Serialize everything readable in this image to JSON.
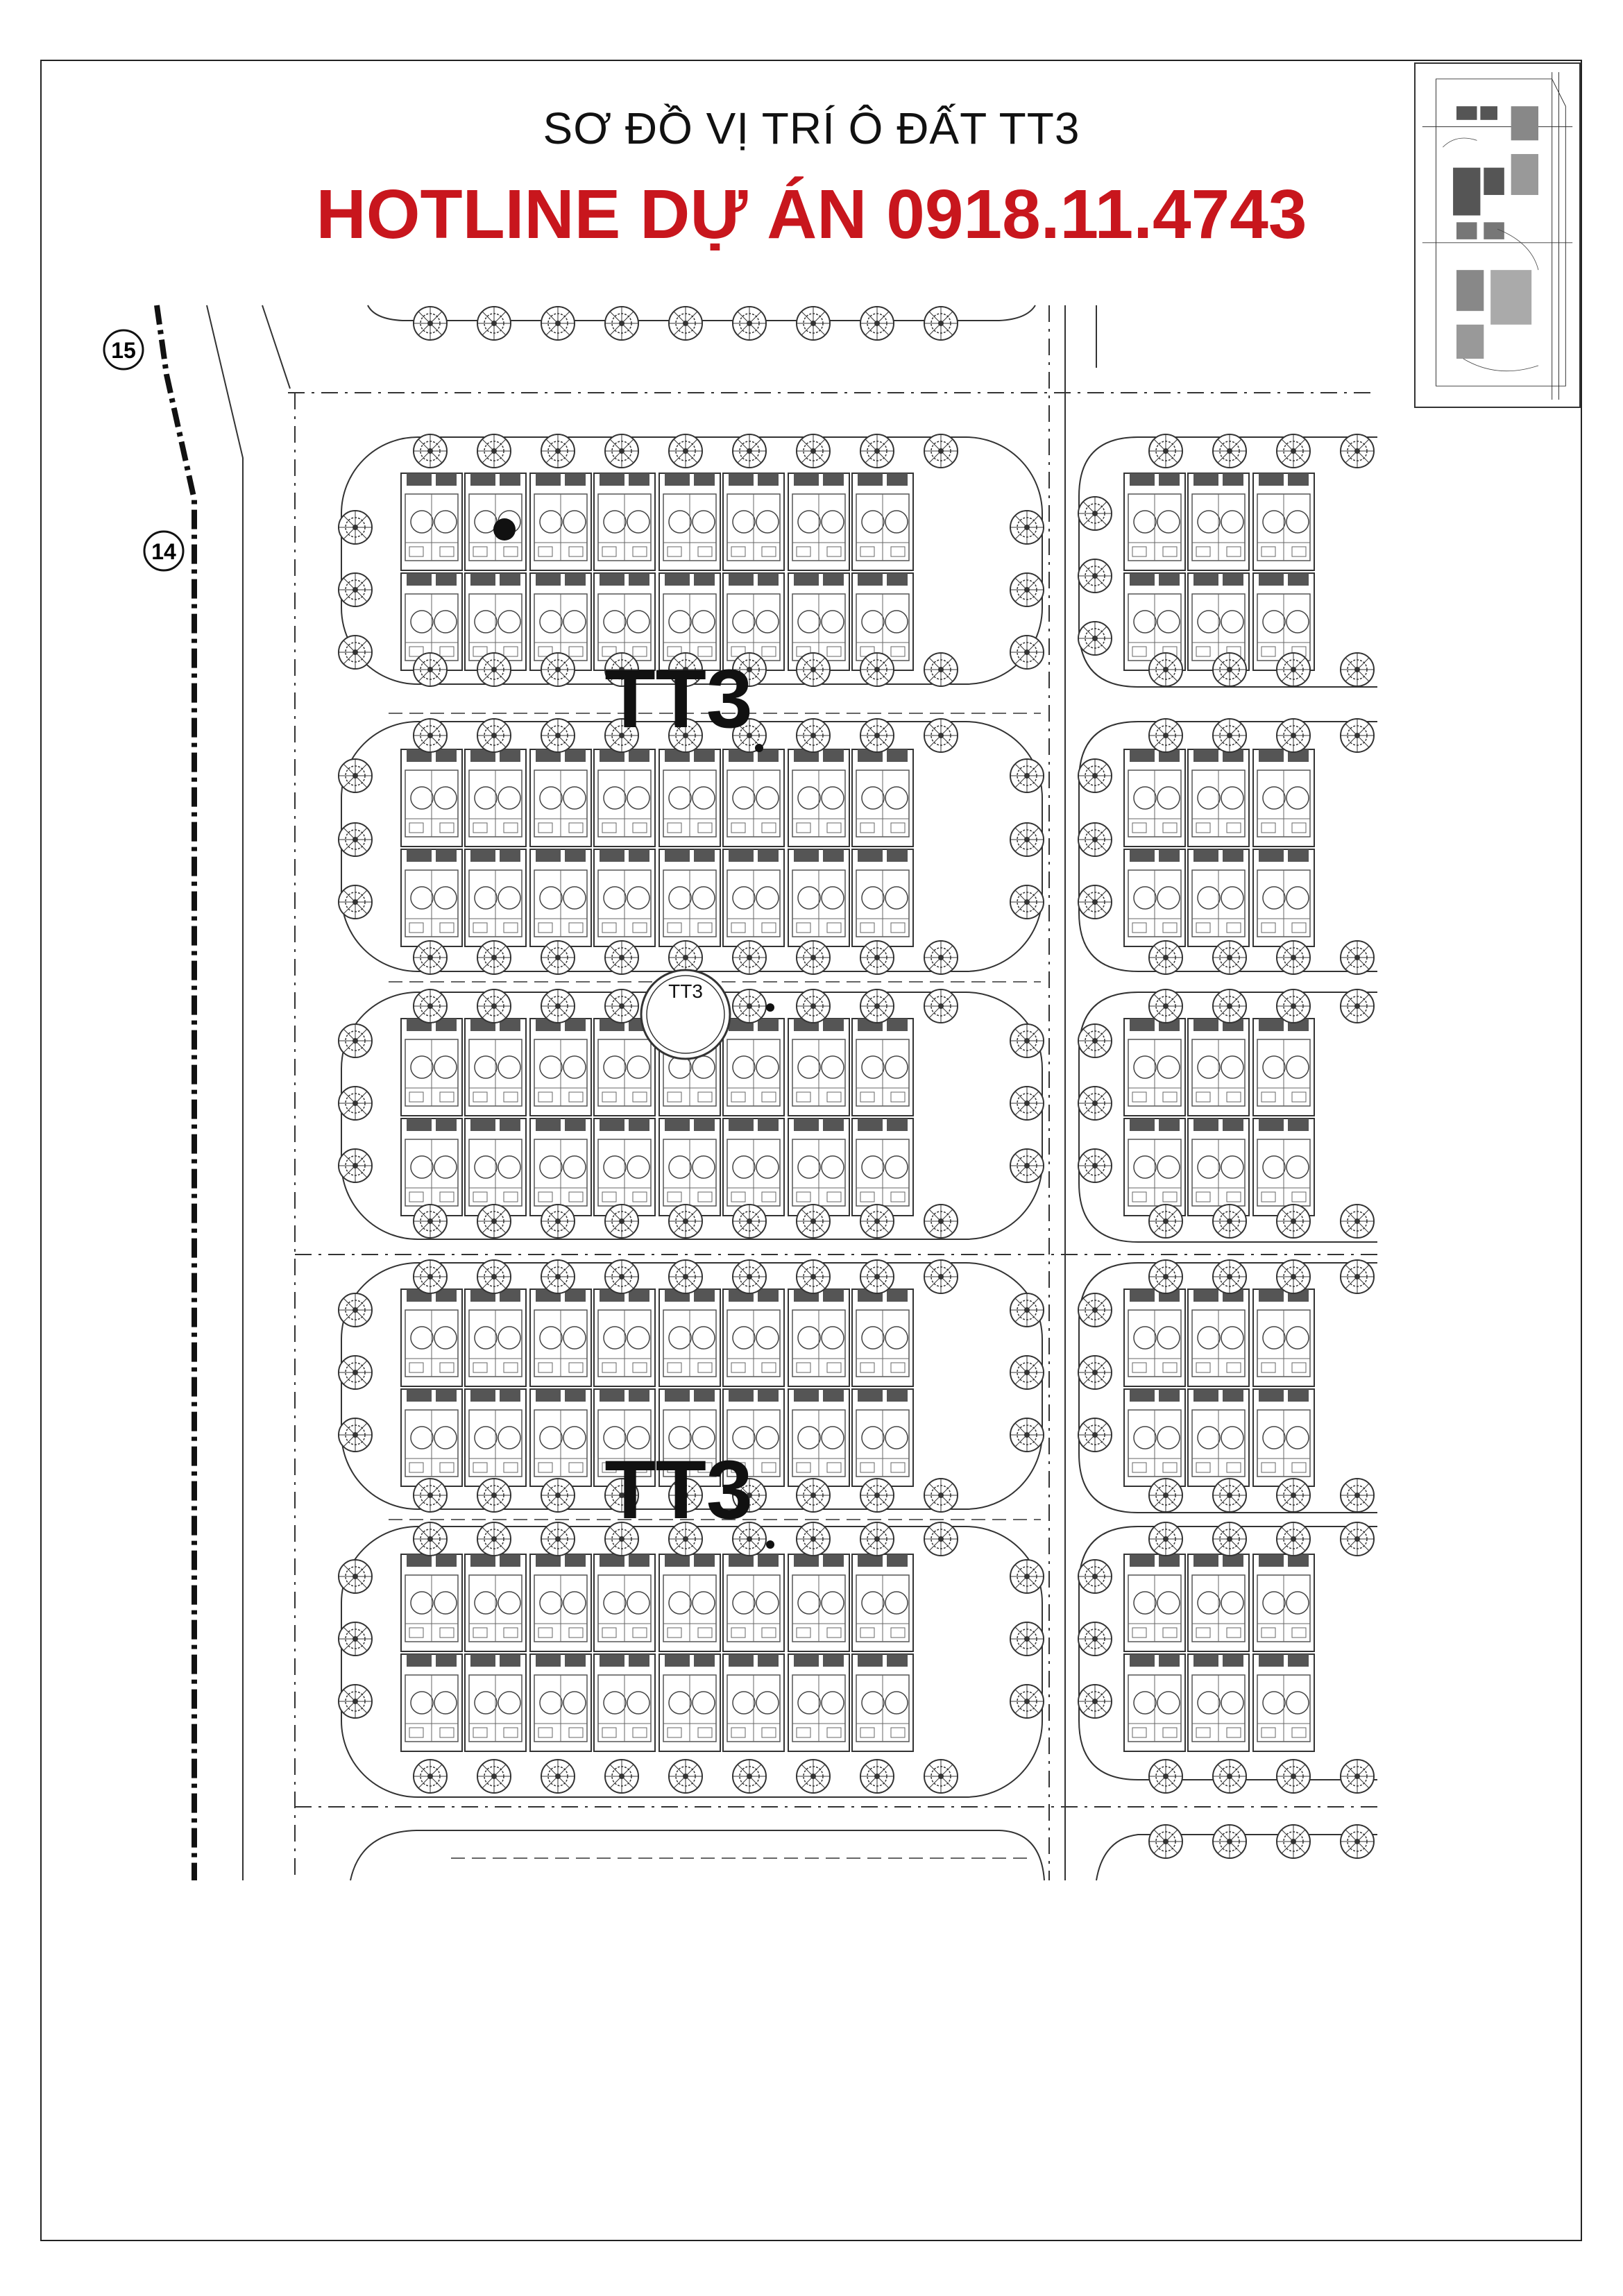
{
  "header": {
    "title": "SƠ ĐỒ VỊ TRÍ Ô ĐẤT TT3",
    "hotline": "HOTLINE DỰ ÁN 0918.11.4743"
  },
  "map": {
    "zone_labels": [
      "TT3",
      "TT3"
    ],
    "center_marker": "TT3",
    "boundary_markers": [
      "15",
      "14"
    ]
  },
  "colors": {
    "hotline": "#c8161d",
    "lines": "#333333"
  }
}
